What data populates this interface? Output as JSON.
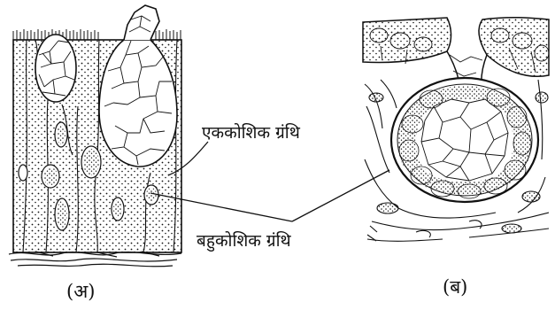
{
  "labels": {
    "unicellular_gland": "एककोशिक ग्रंथि",
    "multicellular_gland": "बहुकोशिक ग्रंथि"
  },
  "captions": {
    "left": "(अ)",
    "right": "(ब)"
  },
  "colors": {
    "ink": "#111111",
    "paper": "#ffffff"
  }
}
